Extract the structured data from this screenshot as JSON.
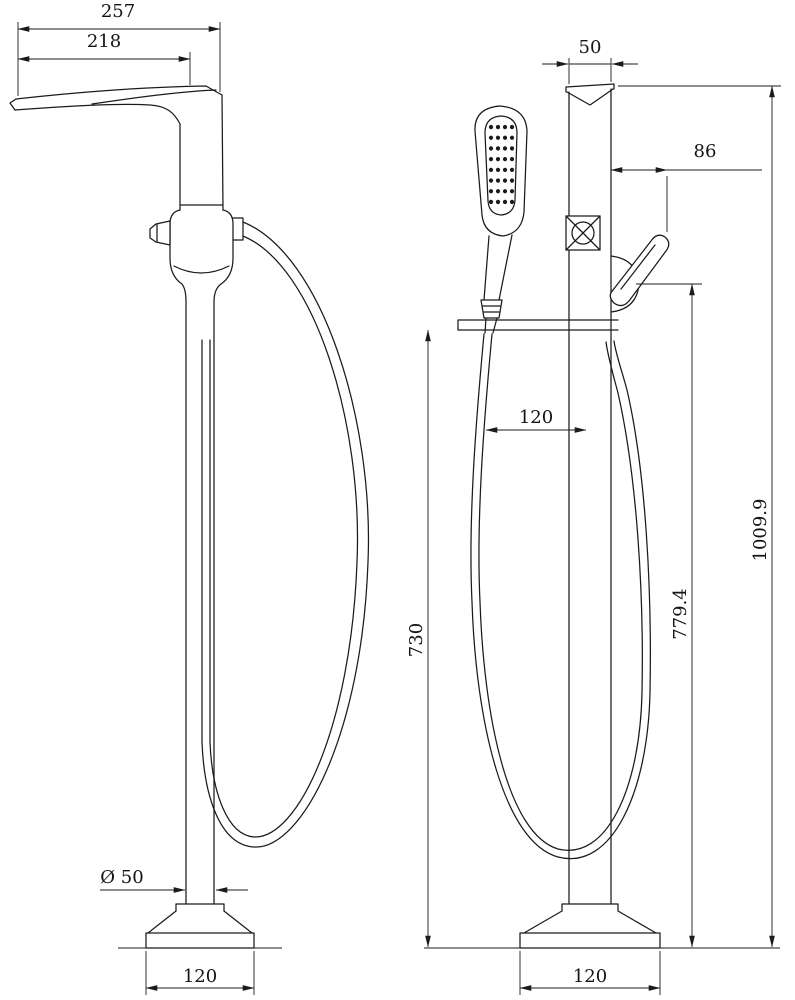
{
  "meta": {
    "drawing_type": "freestanding bathtub faucet dimension drawing",
    "line_color": "#1b1b1b",
    "background": "#ffffff"
  },
  "dims": {
    "overall_reach": "257",
    "spout_reach": "218",
    "top_width": "50",
    "handle_offset": "86",
    "hose_offset": "120",
    "spout_height": "730",
    "handle_height": "779.4",
    "overall_height": "1009.9",
    "column_diameter": "Ø 50",
    "base_width_side": "120",
    "base_width_front": "120"
  }
}
